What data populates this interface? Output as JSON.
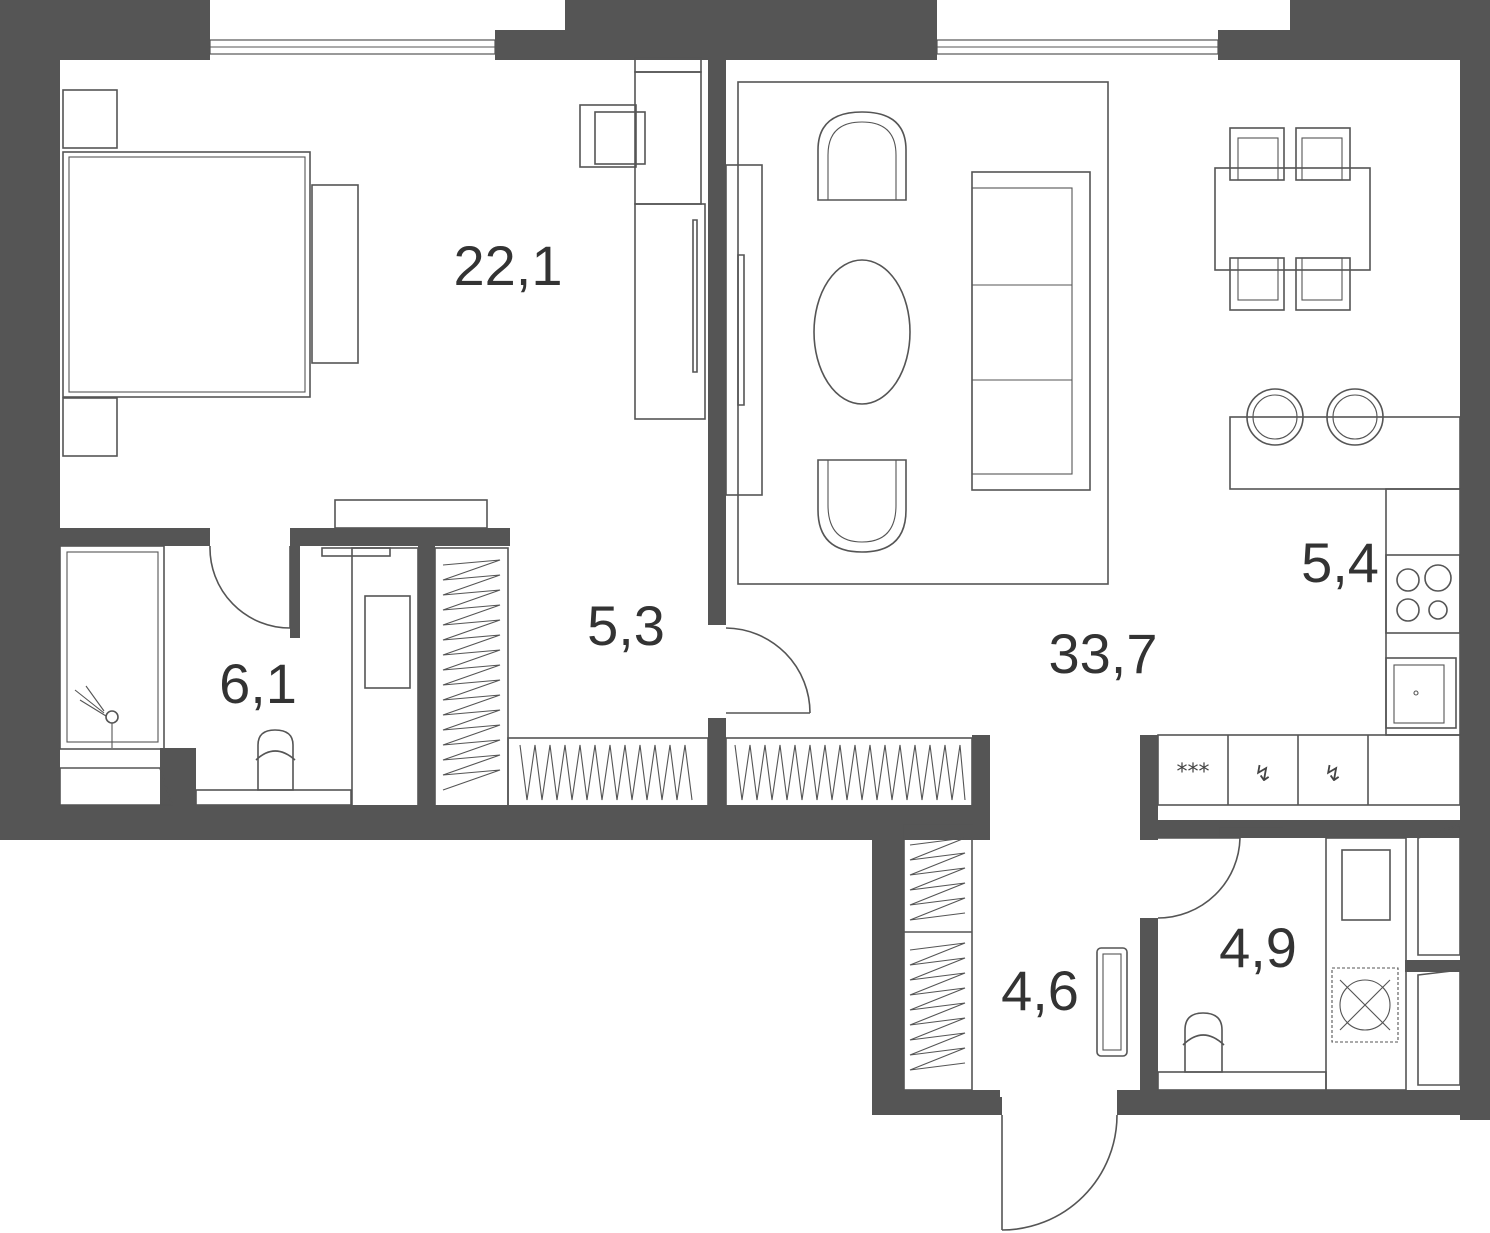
{
  "rooms": {
    "bedroom": {
      "area": "22,1"
    },
    "hall": {
      "area": "5,3"
    },
    "bathroom": {
      "area": "6,1"
    },
    "living": {
      "area": "33,7"
    },
    "kitchen": {
      "area": "5,4"
    },
    "entrance": {
      "area": "4,6"
    },
    "wc": {
      "area": "4,9"
    }
  },
  "kitchen_symbols": {
    "fridge": "***",
    "appliance_a": "↯",
    "appliance_b": "↯"
  },
  "colors": {
    "wall": "#555555",
    "line": "#555555",
    "text": "#333333"
  }
}
